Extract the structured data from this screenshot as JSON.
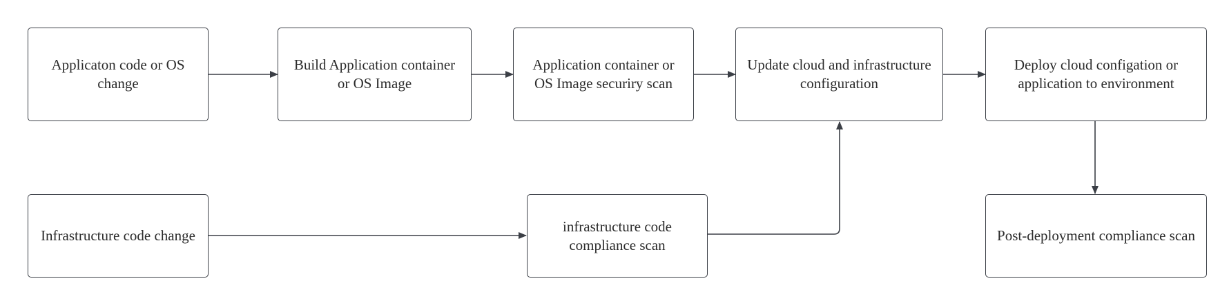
{
  "diagram": {
    "nodes": {
      "app_code_change": "Applicaton code or OS change",
      "build_container": "Build Application container or OS Image",
      "container_scan": "Application container or OS Image securiry scan",
      "update_config": "Update cloud and infrastructure configuration",
      "deploy": "Deploy cloud configation or application to environment",
      "infra_code_change": "Infrastructure code change",
      "infra_scan": "infrastructure code compliance scan",
      "post_deploy_scan": "Post-deployment compliance scan"
    },
    "edges": [
      {
        "from": "app_code_change",
        "to": "build_container"
      },
      {
        "from": "build_container",
        "to": "container_scan"
      },
      {
        "from": "container_scan",
        "to": "update_config"
      },
      {
        "from": "update_config",
        "to": "deploy"
      },
      {
        "from": "deploy",
        "to": "post_deploy_scan"
      },
      {
        "from": "infra_code_change",
        "to": "infra_scan"
      },
      {
        "from": "infra_scan",
        "to": "update_config"
      }
    ],
    "colors": {
      "stroke": "#3b3f46",
      "text": "#2b2b2b",
      "background": "#ffffff"
    }
  }
}
